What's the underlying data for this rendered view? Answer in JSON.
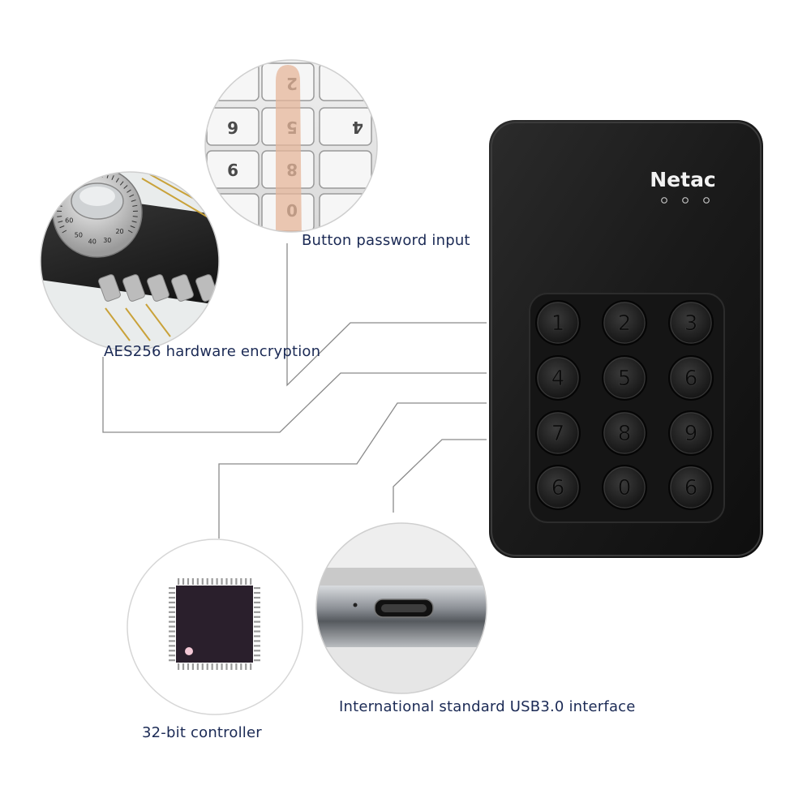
{
  "features": {
    "password_input": "Button password input",
    "encryption": "AES256 hardware encryption",
    "usb_interface": "International standard USB3.0 interface",
    "controller": "32-bit controller"
  },
  "device": {
    "brand": "Netac",
    "keys": [
      "1",
      "2",
      "3",
      "4",
      "5",
      "6",
      "7",
      "8",
      "9",
      "6",
      "0",
      "6"
    ]
  },
  "closeup_keypad": {
    "keys": [
      "2",
      "6",
      "5",
      "4",
      "9",
      "8",
      "0"
    ]
  },
  "dial": {
    "scale": [
      "60",
      "50",
      "40",
      "30",
      "20"
    ]
  },
  "colors": {
    "device_body": "#1c1c1c",
    "label_text": "#1b2a55",
    "connector_line": "#8a8a8a"
  }
}
